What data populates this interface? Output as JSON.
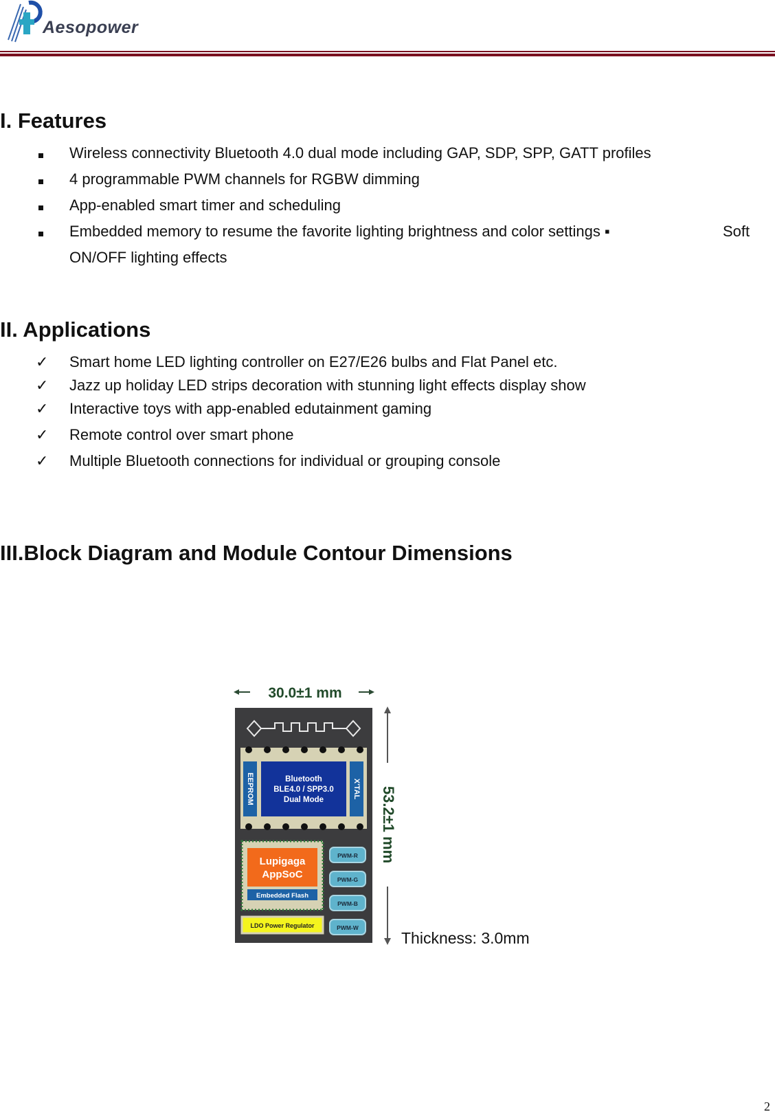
{
  "header": {
    "brand": "Aesopower",
    "rule_color": "#7a1020"
  },
  "features": {
    "heading": "I.  Features",
    "items": [
      "Wireless connectivity Bluetooth 4.0 dual mode including GAP, SDP, SPP, GATT profiles",
      "4 programmable PWM channels for RGBW dimming",
      "App-enabled smart timer and scheduling",
      "Embedded memory to resume the favorite lighting brightness and color settings ▪"
    ],
    "item5_first": "Soft",
    "item5_rest": "ON/OFF lighting effects"
  },
  "applications": {
    "heading": "II.  Applications",
    "items": [
      "Smart home LED lighting controller on E27/E26 bulbs and Flat Panel etc.",
      "Jazz up holiday LED strips decoration with stunning light effects display show",
      "Interactive toys with app-enabled edutainment gaming",
      "Remote control over smart phone",
      "Multiple Bluetooth connections for individual or grouping console"
    ]
  },
  "block_diagram": {
    "heading": "III.Block Diagram and Module Contour Dimensions",
    "width_label": "30.0±1 mm",
    "height_label": "53.2±1 mm",
    "eeprom": "EEPROM",
    "xtal": "X'TAL",
    "bluetooth_lines": [
      "Bluetooth",
      "BLE4.0 / SPP3.0",
      "Dual Mode"
    ],
    "soc_lines": [
      "Lupigaga",
      "AppSoC"
    ],
    "flash": "Embedded Flash",
    "ldo": "LDO Power Regulator",
    "pwm": [
      "PWM-R",
      "PWM-G",
      "PWM-B",
      "PWM-W"
    ],
    "thickness": "Thickness: 3.0mm"
  },
  "page_number": "2"
}
